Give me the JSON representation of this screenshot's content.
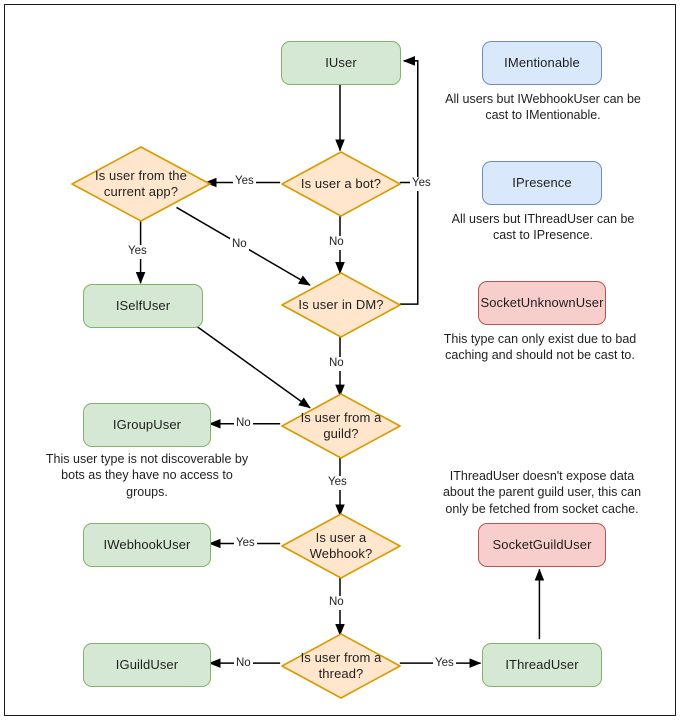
{
  "diagram": {
    "title": "Discord.Net user type resolution flowchart",
    "colors": {
      "green_fill": "#d5e8d4",
      "green_stroke": "#82b366",
      "blue_fill": "#dae8fc",
      "blue_stroke": "#6c8ebf",
      "red_fill": "#f8cecc",
      "red_stroke": "#b85450",
      "orange_fill": "#ffe6cc",
      "orange_stroke": "#d79b00",
      "edge_stroke": "#000000",
      "canvas_border": "#1b1b1b"
    },
    "nodes": {
      "iuser": "IUser",
      "is_user_a_bot": "Is user a bot?",
      "is_user_from_current_app": "Is user from the current app?",
      "iselfuser": "ISelfUser",
      "is_user_in_dm": "Is user in DM?",
      "is_user_from_guild": "Is user from a guild?",
      "igroupuser": "IGroupUser",
      "is_user_a_webhook": "Is user a Webhook?",
      "iwebhookuser": "IWebhookUser",
      "is_user_from_thread": "Is user from a thread?",
      "iguilduser": "IGuildUser",
      "ithreaduser": "IThreadUser",
      "imentionable": "IMentionable",
      "ipresence": "IPresence",
      "socketunknownuser": "SocketUnknownUser",
      "socketguilduser": "SocketGuildUser"
    },
    "notes": {
      "imentionable": "All users but IWebhookUser can be cast to IMentionable.",
      "ipresence": "All users but IThreadUser can be cast to IPresence.",
      "socketunknownuser": "This type can only exist due to bad caching and should not be cast to.",
      "igroupuser": "This user type is not discoverable by bots as they have no access to groups.",
      "socketguilduser": "IThreadUser doesn't expose data about the parent guild user, this can only be fetched from socket cache."
    },
    "edge_labels": {
      "bot_yes": "Yes",
      "bot_no": "No",
      "current_app_yes": "Yes",
      "current_app_no": "No",
      "dm_yes": "Yes",
      "dm_no": "No",
      "guild_no": "No",
      "guild_yes": "Yes",
      "webhook_yes": "Yes",
      "webhook_no": "No",
      "thread_no": "No",
      "thread_yes": "Yes"
    }
  }
}
